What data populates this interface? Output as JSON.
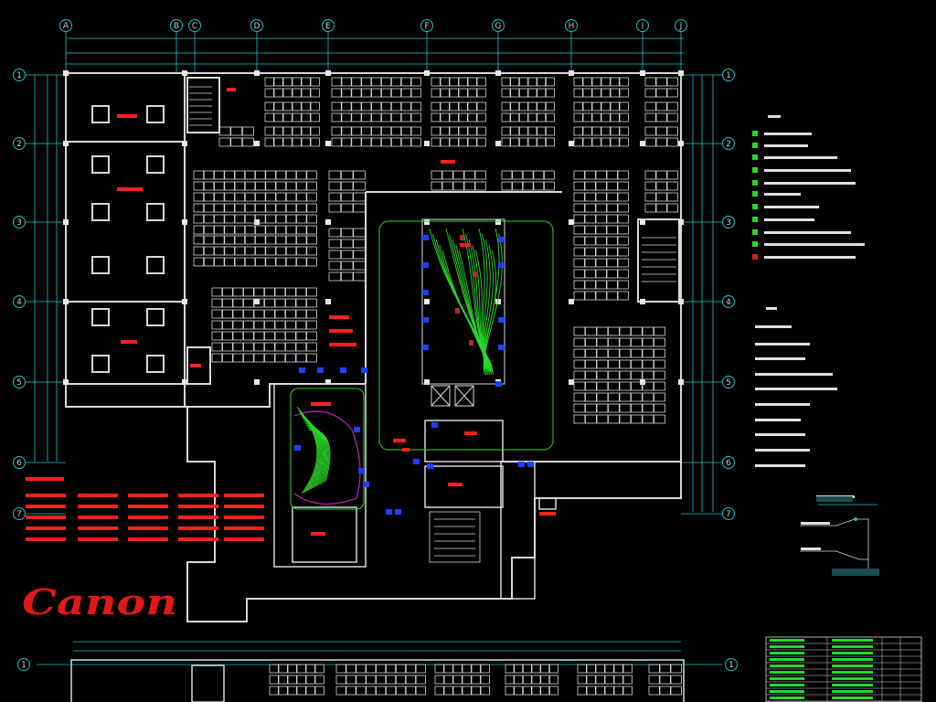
{
  "drawing": {
    "column_labels": [
      "A",
      "B",
      "C",
      "D",
      "E",
      "F",
      "G",
      "H",
      "I",
      "J"
    ],
    "row_labels": [
      "1",
      "2",
      "3",
      "4",
      "5",
      "6",
      "7"
    ]
  },
  "logo": {
    "text": "Canon"
  },
  "colors": {
    "background": "#000000",
    "wall": "#d8d8d8",
    "axis": "#19c4c4",
    "room_label": "#ff2020",
    "cable": "#27d82a",
    "equipment": "#2040ff",
    "legend_text": "#e0e0e0",
    "magenta": "#c020c0"
  },
  "icons": [
    "equipment-block",
    "cable-tray",
    "network-node"
  ]
}
